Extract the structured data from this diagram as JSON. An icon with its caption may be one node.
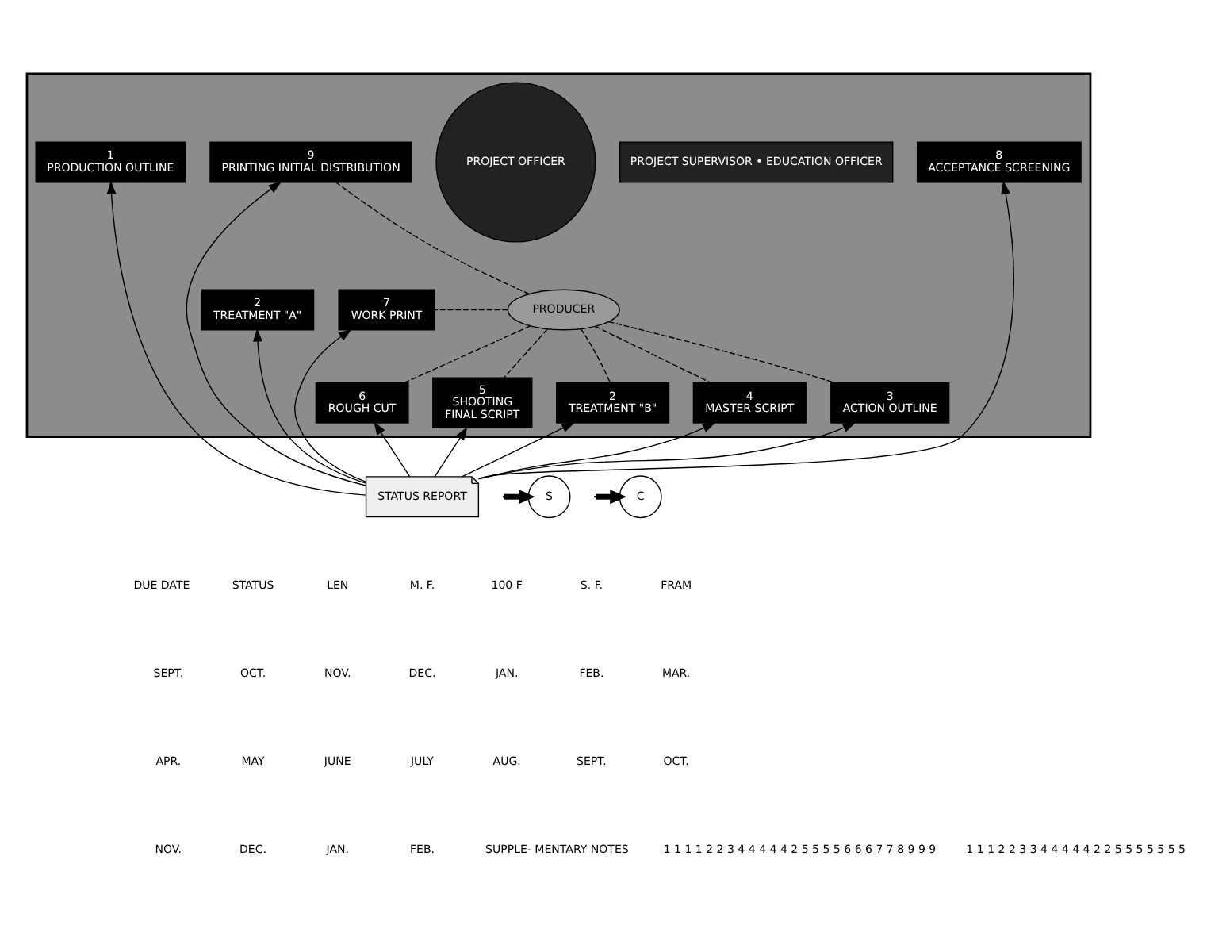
{
  "diagram": {
    "nodes": [
      {
        "text": [],
        "shape": "box"
      },
      {
        "text": [
          "1",
          "PRODUCTION OUTLINE"
        ],
        "in": 0
      },
      {
        "text": [
          "PROJECT SUPERVISOR • EDUCATION OFFICER"
        ],
        "in": 0
      },
      {
        "text": [
          "PROJECT OFFICER"
        ],
        "in": 0
      },
      {
        "text": [
          "9",
          "PRINTING INITIAL DISTRIBUTION"
        ],
        "in": 0
      },
      {
        "text": [
          "8",
          "ACCEPTANCE SCREENING"
        ],
        "in": 0
      },
      {
        "text": [
          "2",
          "TREATMENT \"A\""
        ],
        "in": 0
      },
      {
        "text": [
          "PRODUCER"
        ],
        "in": 0
      },
      {
        "text": [
          "7",
          "WORK PRINT"
        ],
        "in": 0
      },
      {
        "text": [
          "3",
          "ACTION OUTLINE"
        ],
        "in": 0
      },
      {
        "text": [
          "4",
          "MASTER SCRIPT"
        ],
        "in": 0
      },
      {
        "text": [
          "2",
          "TREATMENT \"B\""
        ],
        "in": 0
      },
      {
        "text": [
          "5",
          "SHOOTING",
          "FINAL SCRIPT"
        ],
        "in": 0
      },
      {
        "text": [
          "6",
          "ROUGH CUT"
        ],
        "in": 0
      },
      {
        "text": [
          "STATUS REPORT"
        ]
      },
      {
        "text": [
          "S"
        ]
      },
      {
        "text": [
          "C"
        ]
      }
    ],
    "edges": [
      {
        "from": 14,
        "to": 1,
        "arrow": "to"
      },
      {
        "from": 14,
        "to": 6,
        "arrow": "to"
      },
      {
        "from": 14,
        "to": 9,
        "arrow": "to"
      },
      {
        "from": 14,
        "to": 10,
        "arrow": "to"
      },
      {
        "from": 14,
        "to": 11,
        "arrow": "to"
      },
      {
        "from": 14,
        "to": 12,
        "arrow": "to"
      },
      {
        "from": 14,
        "to": 13,
        "arrow": "to"
      },
      {
        "from": 14,
        "to": 8,
        "arrow": "to"
      },
      {
        "from": 14,
        "to": 5,
        "arrow": "to"
      },
      {
        "from": 14,
        "to": 4,
        "arrow": "to"
      },
      {
        "from": 7,
        "to": 9,
        "arrow": "none",
        "style": "dashed"
      },
      {
        "from": 7,
        "to": 10,
        "arrow": "none",
        "style": "dashed"
      },
      {
        "from": 7,
        "to": 11,
        "arrow": "none",
        "style": "dashed"
      },
      {
        "from": 7,
        "to": 12,
        "arrow": "none",
        "style": "dashed"
      },
      {
        "from": 7,
        "to": 13,
        "arrow": "none",
        "style": "dashed"
      },
      {
        "from": 7,
        "to": 8,
        "arrow": "none",
        "style": "dashed"
      },
      {
        "from": 7,
        "to": 4,
        "arrow": "none",
        "style": "dashed"
      },
      {
        "from": null,
        "to": 15,
        "arrow": "to",
        "style": "thick"
      },
      {
        "from": null,
        "to": 16,
        "arrow": "to",
        "style": "thick"
      }
    ],
    "labels": [
      "DUE DATE",
      "STATUS",
      "LEN",
      "M. F.",
      "100 F",
      "S. F.",
      "FRAM",
      "SEPT.",
      "OCT.",
      "NOV.",
      "DEC.",
      "JAN.",
      "FEB.",
      "MAR.",
      "APR.",
      "MAY",
      "JUNE",
      "JULY",
      "AUG.",
      "SEPT.",
      "OCT.",
      "NOV.",
      "DEC.",
      "JAN.",
      "FEB.",
      "SUPPLE- MENTARY NOTES",
      "1 1 1 1 2 2 3 4 4 4 4 4 2 5 5 5 5 6 6 6 7 7 8 9 9 9",
      "1 1 1 2 2 3 3 4 4 4 4 4 2 2 5 5 5 5 5 5 5"
    ]
  }
}
